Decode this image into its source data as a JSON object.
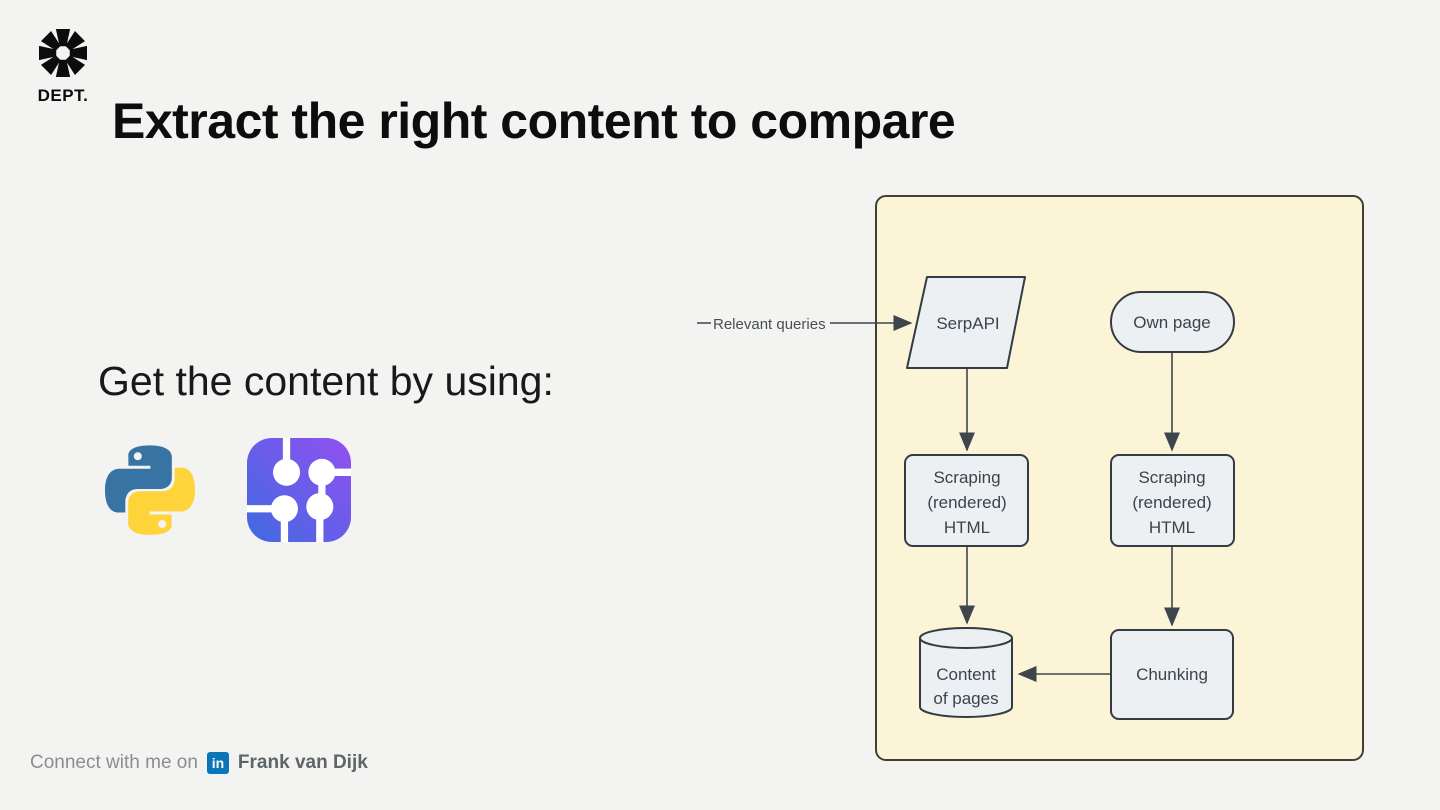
{
  "slide": {
    "brand": {
      "word": "DEPT."
    },
    "title": "Extract the right content to compare",
    "subtitle": "Get the content by using:",
    "tools": [
      {
        "name": "python-logo"
      },
      {
        "name": "langgraph-logo"
      }
    ],
    "footer": {
      "prefix": "Connect with me on",
      "linkedin_label": "in",
      "name": "Frank van Dijk"
    },
    "colors": {
      "background": "#f3f3f2",
      "panel_fill": "#fcf4d7",
      "panel_border": "#433f35",
      "node_fill": "#edf0f3",
      "node_border": "#333c43",
      "arrow": "#3d464c",
      "linkedin_blue": "#0b76b7",
      "python_blue": "#3874a3",
      "python_yellow": "#ffd43b",
      "langgraph_gradient_from": "#3f6ae0",
      "langgraph_gradient_to": "#9350f2"
    }
  },
  "flowchart": {
    "input_label": "Relevant queries",
    "nodes": {
      "serpapi": {
        "label": "SerpAPI",
        "shape": "parallelogram"
      },
      "own_page": {
        "label": "Own page",
        "shape": "stadium"
      },
      "scraping_left": {
        "shape": "rect",
        "lines": [
          "Scraping",
          "(rendered)",
          "HTML"
        ]
      },
      "scraping_right": {
        "shape": "rect",
        "lines": [
          "Scraping",
          "(rendered)",
          "HTML"
        ]
      },
      "content_of_pages": {
        "shape": "cylinder",
        "lines": [
          "Content",
          "of pages"
        ]
      },
      "chunking": {
        "label": "Chunking",
        "shape": "rect"
      }
    },
    "edges": [
      {
        "from": "relevant-queries-label",
        "to": "serpapi"
      },
      {
        "from": "serpapi",
        "to": "scraping_left"
      },
      {
        "from": "own_page",
        "to": "scraping_right"
      },
      {
        "from": "scraping_left",
        "to": "content_of_pages"
      },
      {
        "from": "scraping_right",
        "to": "chunking"
      },
      {
        "from": "chunking",
        "to": "content_of_pages"
      }
    ]
  }
}
